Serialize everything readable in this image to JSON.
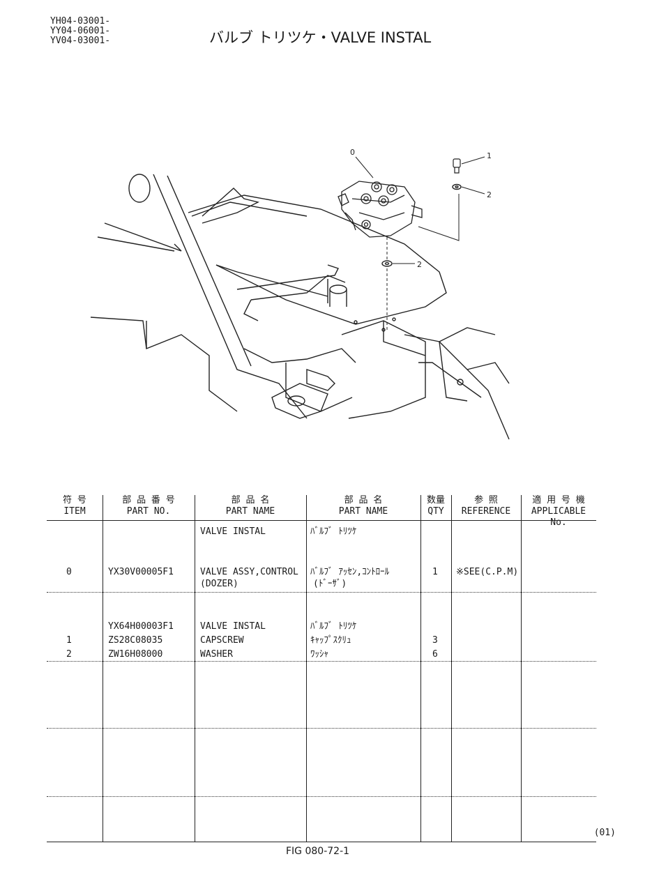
{
  "header": {
    "models": [
      "YH04-03001-",
      "YY04-06001-",
      "YV04-03001-"
    ],
    "title": "バルブ トリツケ・VALVE INSTAL"
  },
  "diagram": {
    "callouts": [
      "0",
      "1",
      "2",
      "2"
    ]
  },
  "table": {
    "headers": [
      {
        "jp": "符 号",
        "en": "ITEM"
      },
      {
        "jp": "部 品 番 号",
        "en": "PART NO."
      },
      {
        "jp": "部 品 名",
        "en": "PART NAME"
      },
      {
        "jp": "部 品 名",
        "en": "PART NAME"
      },
      {
        "jp": "数量",
        "en": "QTY"
      },
      {
        "jp": "参 照",
        "en": "REFERENCE"
      },
      {
        "jp": "適 用 号 機",
        "en": "APPLICABLE No."
      }
    ],
    "rows": [
      {
        "item": "",
        "part_no": "",
        "name_en": "VALVE INSTAL",
        "name_en2": "",
        "name_jp": "ﾊﾞﾙﾌﾞ ﾄﾘﾂｹ",
        "name_jp2": "",
        "qty": "",
        "ref": ""
      },
      {
        "item": "0",
        "part_no": "YX30V00005F1",
        "name_en": "VALVE ASSY,CONTROL",
        "name_en2": "(DOZER)",
        "name_jp": "ﾊﾞﾙﾌﾞ ｱｯｾﾝ,ｺﾝﾄﾛｰﾙ",
        "name_jp2": "(ﾄﾞｰｻﾞ)",
        "qty": "1",
        "ref": "※SEE(C.P.M)"
      },
      {
        "item": "",
        "part_no": "YX64H00003F1",
        "name_en": "VALVE INSTAL",
        "name_en2": "",
        "name_jp": "ﾊﾞﾙﾌﾞ ﾄﾘﾂｹ",
        "name_jp2": "",
        "qty": "",
        "ref": ""
      },
      {
        "item": "1",
        "part_no": "ZS28C08035",
        "name_en": "CAPSCREW",
        "name_en2": "",
        "name_jp": "ｷｬｯﾌﾟｽｸﾘｭ",
        "name_jp2": "",
        "qty": "3",
        "ref": ""
      },
      {
        "item": "2",
        "part_no": "ZW16H08000",
        "name_en": "WASHER",
        "name_en2": "",
        "name_jp": "ﾜｯｼｬ",
        "name_jp2": "",
        "qty": "6",
        "ref": ""
      }
    ]
  },
  "footer": {
    "page_code": "(01)",
    "figure": "FIG 080-72-1"
  }
}
